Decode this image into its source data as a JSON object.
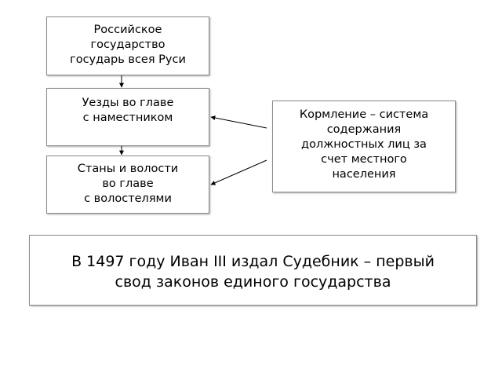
{
  "boxes": {
    "state": {
      "lines": [
        "Российское",
        "государство",
        "государь всея Руси"
      ]
    },
    "uezdy": {
      "lines": [
        "Уезды во главе",
        "с наместником"
      ]
    },
    "stany": {
      "lines": [
        "Станы и волости",
        "во главе",
        "с волостелями"
      ]
    },
    "kormlenie": {
      "lines": [
        "Кормление – система",
        "содержания",
        "должностных лиц за",
        "счет местного",
        "населения"
      ]
    },
    "sudebnik": {
      "lines": [
        "В 1497 году Иван III издал Судебник – первый",
        "свод законов единого государства"
      ]
    }
  },
  "colors": {
    "border": "#8c8c8c",
    "arrow": "#000000",
    "text": "#000000",
    "background": "#ffffff"
  }
}
